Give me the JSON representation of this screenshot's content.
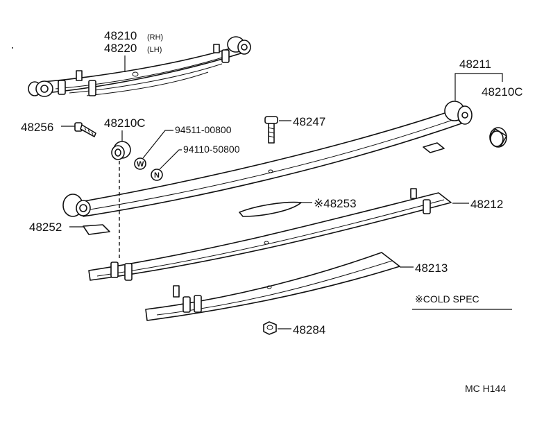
{
  "labels": {
    "p48210": "48210",
    "rh": "(RH)",
    "p48220": "48220",
    "lh": "(LH)",
    "p48211": "48211",
    "p48210c_right": "48210C",
    "p48256": "48256",
    "p48210c_left": "48210C",
    "p9451100800": "94511-00800",
    "p9411050800": "94110-50800",
    "p48247": "48247",
    "p48253": "※48253",
    "p48212": "48212",
    "p48252": "48252",
    "p48213": "48213",
    "p48284": "48284",
    "cold_spec": "※COLD  SPEC",
    "mark_w": "W",
    "mark_n": "N",
    "figure_code": "MC  H144"
  }
}
